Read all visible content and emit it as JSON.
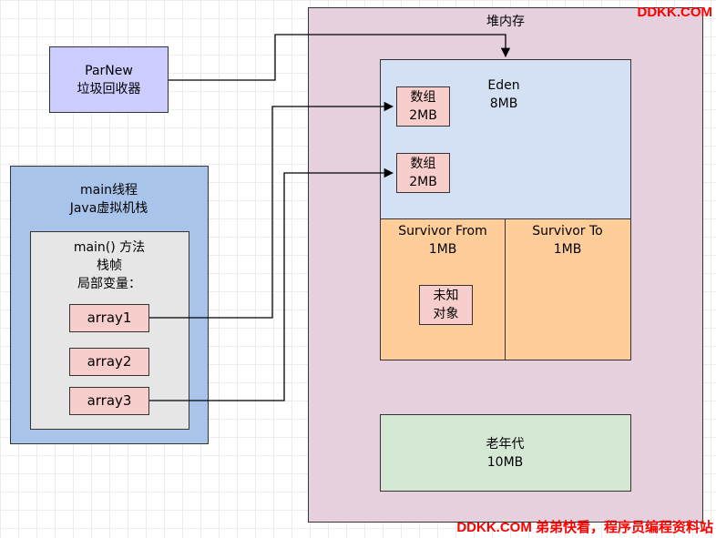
{
  "heap": {
    "label": "堆内存"
  },
  "eden": {
    "label": "Eden\n8MB"
  },
  "eden_objects": [
    {
      "label": "数组\n2MB"
    },
    {
      "label": "数组\n2MB"
    }
  ],
  "survivor_from": {
    "label": "Survivor From\n1MB"
  },
  "survivor_to": {
    "label": "Survivor To\n1MB"
  },
  "unknown_object": {
    "label": "未知\n对象"
  },
  "old_gen": {
    "label": "老年代\n10MB"
  },
  "parnew": {
    "label": "ParNew\n垃圾回收器"
  },
  "stack": {
    "label": "main线程\nJava虚拟机栈"
  },
  "frame": {
    "label": "main() 方法\n栈帧\n局部变量："
  },
  "vars": [
    {
      "label": "array1"
    },
    {
      "label": "array2"
    },
    {
      "label": "array3"
    }
  ],
  "watermark_top": "DDKK.COM",
  "watermark_bottom": "DDKK.COM 弟弟快看，程序员编程资料站",
  "colors": {
    "heap": "#e6d0de",
    "eden": "#d4e1f5",
    "survivor": "#ffcd99",
    "old_gen": "#d5e8d4",
    "object": "#f8cecc",
    "parnew": "#ccccff",
    "stack": "#a9c4eb",
    "frame": "#e6e6e6",
    "watermark": "#ff0000"
  }
}
